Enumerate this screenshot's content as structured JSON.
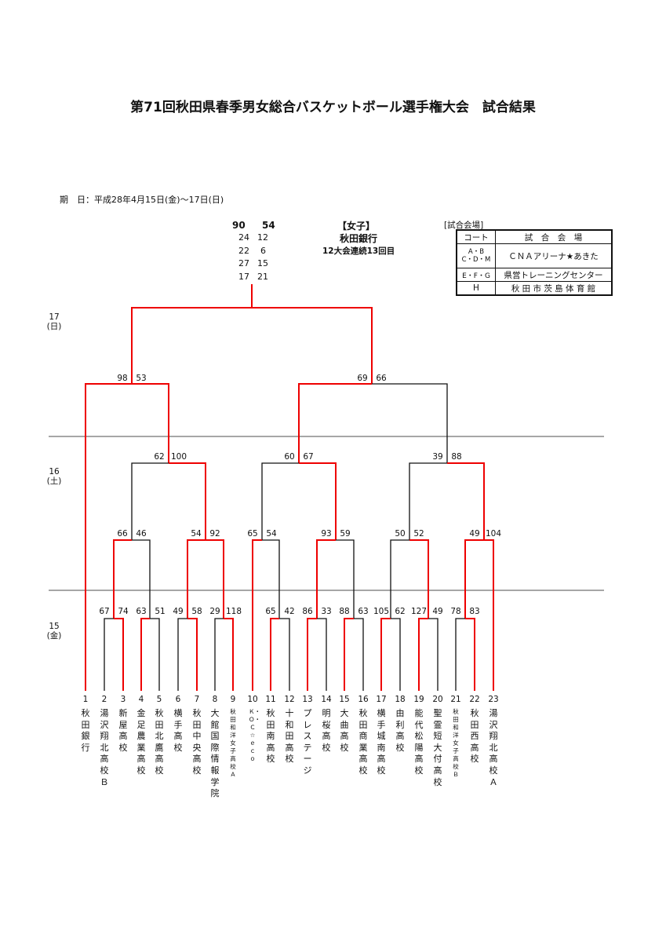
{
  "title": "第71回秋田県春季男女総合バスケットボール選手権大会　試合結果",
  "dates": "期　日：平成28年4月15日(金)～17日(日)",
  "division": "【女子】",
  "champion": "秋田銀行",
  "champion_note": "12大会連続13回目",
  "final": {
    "left_total": "90",
    "right_total": "54",
    "quarters": [
      [
        "24",
        "12"
      ],
      [
        "22",
        "6"
      ],
      [
        "27",
        "15"
      ],
      [
        "17",
        "21"
      ]
    ]
  },
  "venue": {
    "caption": "[試合会場]",
    "header": [
      "コート",
      "試　合　会　場"
    ],
    "rows": [
      [
        "A・B\nC・D・M",
        "ＣＮＡアリーナ★あきた"
      ],
      [
        "E・F・G",
        "県営トレーニングセンター"
      ],
      [
        "H",
        "秋 田 市 茨 島 体 育 館"
      ]
    ]
  },
  "days": [
    {
      "num": "17",
      "dow": "(日)"
    },
    {
      "num": "16",
      "dow": "(土)"
    },
    {
      "num": "15",
      "dow": "(金)"
    }
  ],
  "semifinal_scores": [
    [
      "98",
      "53"
    ],
    [
      "69",
      "66"
    ]
  ],
  "qf_scores": [
    [
      "62",
      "100"
    ],
    [
      "60",
      "67"
    ],
    [
      "39",
      "88"
    ]
  ],
  "r2_scores": [
    [
      "66",
      "46"
    ],
    [
      "54",
      "92"
    ],
    [
      "65",
      "54"
    ],
    [
      "93",
      "59"
    ],
    [
      "50",
      "52"
    ],
    [
      "49",
      "104"
    ]
  ],
  "r1_scores": [
    [
      "67",
      "74"
    ],
    [
      "63",
      "51"
    ],
    [
      "49",
      "58"
    ],
    [
      "29",
      "118"
    ],
    [
      "65",
      "42"
    ],
    [
      "86",
      "33"
    ],
    [
      "88",
      "63"
    ],
    [
      "105",
      "62"
    ],
    [
      "127",
      "49"
    ],
    [
      "78",
      "83"
    ]
  ],
  "teams": [
    {
      "no": "1",
      "name": "秋田銀行"
    },
    {
      "no": "2",
      "name": "湯沢翔北高校Ｂ"
    },
    {
      "no": "3",
      "name": "新屋高校"
    },
    {
      "no": "4",
      "name": "金足農業高校"
    },
    {
      "no": "5",
      "name": "秋田北鷹高校"
    },
    {
      "no": "6",
      "name": "横手高校"
    },
    {
      "no": "7",
      "name": "秋田中央高校"
    },
    {
      "no": "8",
      "name": "大館国際情報学院"
    },
    {
      "no": "9",
      "name": "秋田和洋女子高校Ａ"
    },
    {
      "no": "10",
      "name": "Ｋ・Ｏ・Ｃ☆ｅｃｏ"
    },
    {
      "no": "11",
      "name": "秋田南高校"
    },
    {
      "no": "12",
      "name": "十和田高校"
    },
    {
      "no": "13",
      "name": "プレステージ"
    },
    {
      "no": "14",
      "name": "明桜高校"
    },
    {
      "no": "15",
      "name": "大曲高校"
    },
    {
      "no": "16",
      "name": "秋田商業高校"
    },
    {
      "no": "17",
      "name": "横手城南高校"
    },
    {
      "no": "18",
      "name": "由利高校"
    },
    {
      "no": "19",
      "name": "能代松陽高校"
    },
    {
      "no": "20",
      "name": "聖霊短大付高校"
    },
    {
      "no": "21",
      "name": "秋田和洋女子高校Ｂ"
    },
    {
      "no": "22",
      "name": "秋田西高校"
    },
    {
      "no": "23",
      "name": "湯沢翔北高校Ａ"
    }
  ]
}
